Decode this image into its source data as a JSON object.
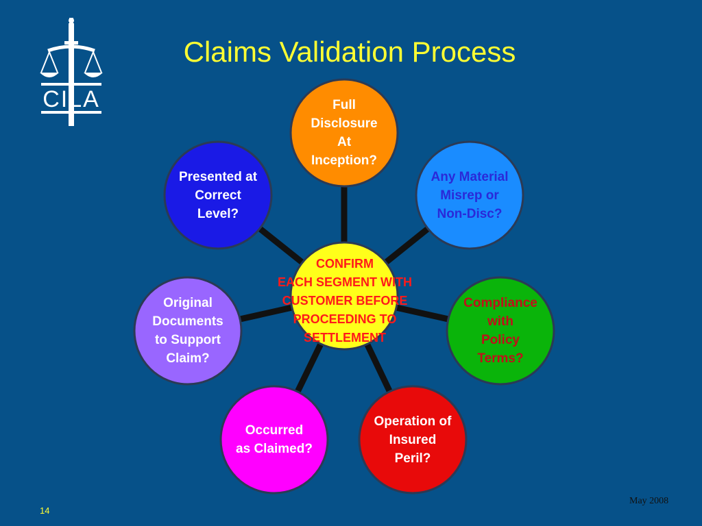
{
  "slide": {
    "title": "Claims Validation Process",
    "slide_number": "14",
    "date": "May 2008",
    "logo_text": "CILA"
  },
  "center": {
    "lines": [
      "CONFIRM",
      "EACH SEGMENT WITH",
      "CUSTOMER BEFORE",
      "PROCEEDING TO",
      "SETTLEMENT"
    ],
    "fill": "#ffff1a",
    "text_color": "#ff1a1a"
  },
  "nodes": [
    {
      "id": "full-disclosure",
      "lines": [
        "Full",
        "Disclosure",
        "At",
        "Inception?"
      ],
      "fill": "#ff8c00",
      "text_color": "#ffffff"
    },
    {
      "id": "material-misrep",
      "lines": [
        "Any Material",
        "Misrep or",
        "Non-Disc?"
      ],
      "fill": "#1a8cff",
      "text_color": "#2a2ad8"
    },
    {
      "id": "policy-compliance",
      "lines": [
        "Compliance",
        "with",
        "Policy",
        "Terms?"
      ],
      "fill": "#0ab40a",
      "text_color": "#c0101a"
    },
    {
      "id": "insured-peril",
      "lines": [
        "Operation of",
        "Insured",
        "Peril?"
      ],
      "fill": "#e80a0a",
      "text_color": "#ffffff"
    },
    {
      "id": "occurred-claimed",
      "lines": [
        "Occurred",
        "as Claimed?"
      ],
      "fill": "#ff00ff",
      "text_color": "#ffffff"
    },
    {
      "id": "original-documents",
      "lines": [
        "Original",
        "Documents",
        "to Support",
        "Claim?"
      ],
      "fill": "#9966ff",
      "text_color": "#ffffff"
    },
    {
      "id": "correct-level",
      "lines": [
        "Presented at",
        "Correct",
        "Level?"
      ],
      "fill": "#1a1ae6",
      "text_color": "#ffffff"
    }
  ]
}
